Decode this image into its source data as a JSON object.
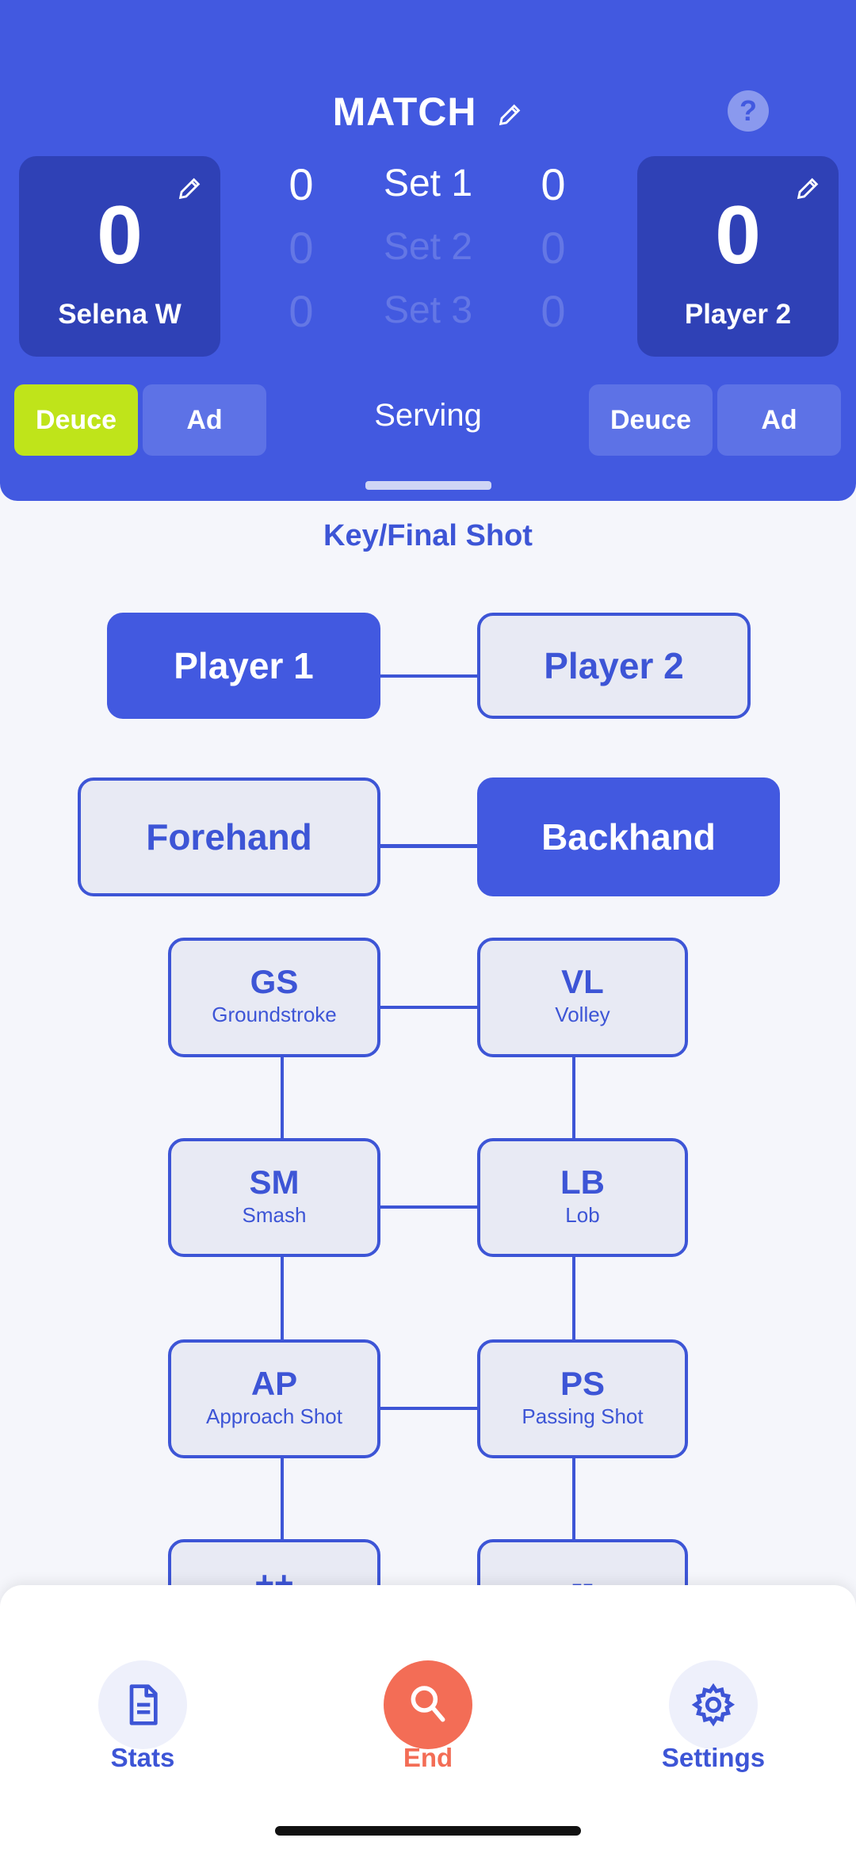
{
  "header": {
    "title": "MATCH",
    "help_label": "?",
    "player1": {
      "score": "0",
      "name": "Selena W"
    },
    "player2": {
      "score": "0",
      "name": "Player 2"
    },
    "sets": [
      {
        "label": "Set 1",
        "p1": "0",
        "p2": "0"
      },
      {
        "label": "Set 2",
        "p1": "0",
        "p2": "0"
      },
      {
        "label": "Set 3",
        "p1": "0",
        "p2": "0"
      }
    ],
    "left_pills": {
      "deuce": "Deuce",
      "ad": "Ad"
    },
    "right_pills": {
      "deuce": "Deuce",
      "ad": "Ad"
    },
    "serving": "Serving"
  },
  "section_title": "Key/Final Shot",
  "players": {
    "p1": "Player 1",
    "p2": "Player 2"
  },
  "sides": {
    "forehand": "Forehand",
    "backhand": "Backhand"
  },
  "shots": [
    {
      "abbr": "GS",
      "name": "Groundstroke"
    },
    {
      "abbr": "VL",
      "name": "Volley"
    },
    {
      "abbr": "SM",
      "name": "Smash"
    },
    {
      "abbr": "LB",
      "name": "Lob"
    },
    {
      "abbr": "AP",
      "name": "Approach Shot"
    },
    {
      "abbr": "PS",
      "name": "Passing Shot"
    },
    {
      "abbr": "++",
      "name": ""
    },
    {
      "abbr": "--",
      "name": ""
    }
  ],
  "nav": {
    "stats": "Stats",
    "end": "End",
    "settings": "Settings"
  },
  "colors": {
    "primary": "#4259e0",
    "active_pill": "#bfe41a",
    "end": "#f36d56"
  }
}
